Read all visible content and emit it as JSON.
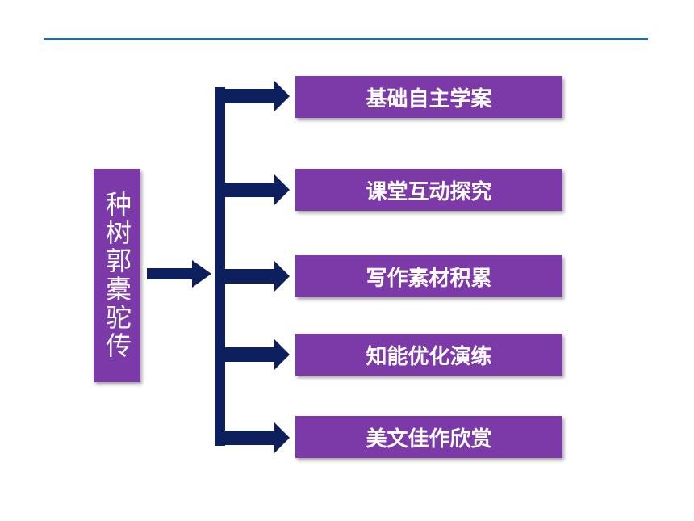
{
  "title": "种树郭橐驼传",
  "colors": {
    "accent_purple": "#7b3aa8",
    "connector_navy": "#0d1f5c",
    "rule_blue": "#1f6fad"
  },
  "items": [
    {
      "label": "基础自主学案"
    },
    {
      "label": "课堂互动探究"
    },
    {
      "label": "写作素材积累"
    },
    {
      "label": "知能优化演练"
    },
    {
      "label": "美文佳作欣赏"
    }
  ]
}
